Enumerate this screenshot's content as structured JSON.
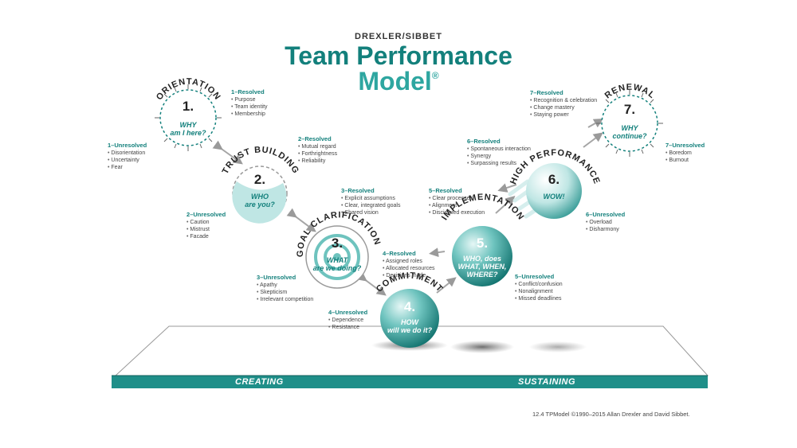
{
  "header": {
    "brand": "DREXLER/SIBBET",
    "title_line1": "Team Performance",
    "title_line2": "Model",
    "trademark": "®"
  },
  "stages": [
    {
      "number": "1.",
      "name": "ORIENTATION",
      "question": [
        "WHY",
        "am I here?"
      ],
      "resolved_label": "1–Resolved",
      "resolved": [
        "Purpose",
        "Team identity",
        "Membership"
      ],
      "unresolved_label": "1–Unresolved",
      "unresolved": [
        "Disorientation",
        "Uncertainty",
        "Fear"
      ]
    },
    {
      "number": "2.",
      "name": "TRUST BUILDING",
      "question": [
        "WHO",
        "are you?"
      ],
      "resolved_label": "2–Resolved",
      "resolved": [
        "Mutual regard",
        "Forthrightness",
        "Reliability"
      ],
      "unresolved_label": "2–Unresolved",
      "unresolved": [
        "Caution",
        "Mistrust",
        "Facade"
      ]
    },
    {
      "number": "3.",
      "name": "GOAL CLARIFICATION",
      "question": [
        "WHAT",
        "are we doing?"
      ],
      "resolved_label": "3–Resolved",
      "resolved": [
        "Explicit assumptions",
        "Clear, integrated goals",
        "Shared vision"
      ],
      "unresolved_label": "3–Unresolved",
      "unresolved": [
        "Apathy",
        "Skepticism",
        "Irrelevant competition"
      ]
    },
    {
      "number": "4.",
      "name": "COMMITMENT",
      "question": [
        "HOW",
        "will we do it?"
      ],
      "resolved_label": "4–Resolved",
      "resolved": [
        "Assigned roles",
        "Allocated resources",
        "Decisions made"
      ],
      "unresolved_label": "4–Unresolved",
      "unresolved": [
        "Dependence",
        "Resistance"
      ]
    },
    {
      "number": "5.",
      "name": "IMPLEMENTATION",
      "question": [
        "WHO, does",
        "WHAT, WHEN,",
        "WHERE?"
      ],
      "resolved_label": "5–Resolved",
      "resolved": [
        "Clear processes",
        "Alignment",
        "Disciplined execution"
      ],
      "unresolved_label": "5–Unresolved",
      "unresolved": [
        "Conflict/confusion",
        "Nonalignment",
        "Missed deadlines"
      ]
    },
    {
      "number": "6.",
      "name": "HIGH PERFORMANCE",
      "question": [
        "WOW!"
      ],
      "resolved_label": "6–Resolved",
      "resolved": [
        "Spontaneous interaction",
        "Synergy",
        "Surpassing results"
      ],
      "unresolved_label": "6–Unresolved",
      "unresolved": [
        "Overload",
        "Disharmony"
      ]
    },
    {
      "number": "7.",
      "name": "RENEWAL",
      "question": [
        "WHY",
        "continue?"
      ],
      "resolved_label": "7–Resolved",
      "resolved": [
        "Recognition & celebration",
        "Change mastery",
        "Staying power"
      ],
      "unresolved_label": "7–Unresolved",
      "unresolved": [
        "Boredom",
        "Burnout"
      ]
    }
  ],
  "platform": {
    "left_label": "CREATING",
    "right_label": "SUSTAINING"
  },
  "footnote": "12.4 TPModel ©1990–2015 Allan Drexler and David Sibbet.",
  "colors": {
    "teal_dark": "#13807c",
    "teal": "#2ea6a0",
    "teal_light": "#cfeeed",
    "platform": "#1f8f89"
  }
}
